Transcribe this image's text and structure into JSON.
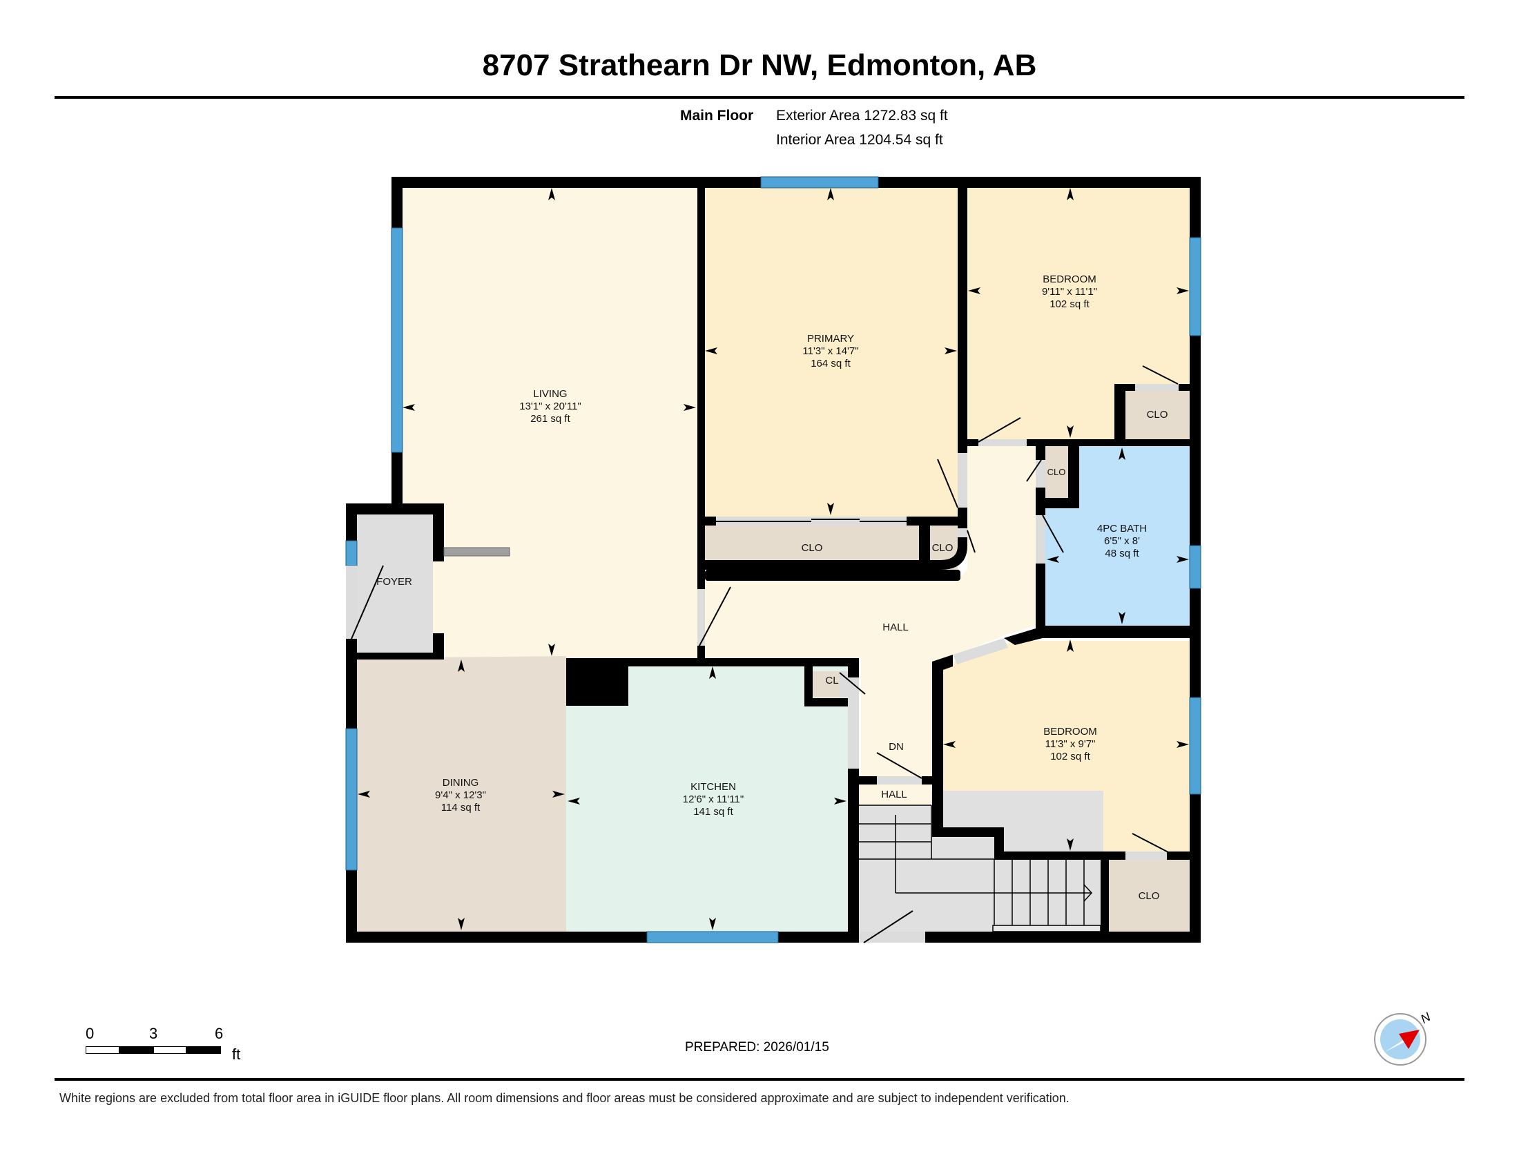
{
  "header": {
    "title": "8707 Strathearn Dr NW, Edmonton, AB",
    "floor_name": "Main Floor",
    "exterior_area": "Exterior Area 1272.83 sq ft",
    "interior_area": "Interior Area 1204.54 sq ft"
  },
  "colors": {
    "wall": "#000000",
    "window": "#4fa3d6",
    "living": "#fdf6e3",
    "bedroom": "#fdefcc",
    "bath": "#bfe2fb",
    "kitchen": "#e3f2ea",
    "dining": "#e7ddd0",
    "closet": "#e6dccd",
    "foyer": "#dedede",
    "stairs": "#e0e0e0"
  },
  "rooms": {
    "living": {
      "name": "LIVING",
      "dims": "13'1\" x 20'11\"",
      "area": "261 sq ft"
    },
    "primary": {
      "name": "PRIMARY",
      "dims": "11'3\" x 14'7\"",
      "area": "164 sq ft"
    },
    "bedroom1": {
      "name": "BEDROOM",
      "dims": "9'11\" x 11'1\"",
      "area": "102 sq ft"
    },
    "bath": {
      "name": "4PC BATH",
      "dims": "6'5\" x 8'",
      "area": "48 sq ft"
    },
    "bedroom2": {
      "name": "BEDROOM",
      "dims": "11'3\" x 9'7\"",
      "area": "102 sq ft"
    },
    "dining": {
      "name": "DINING",
      "dims": "9'4\" x 12'3\"",
      "area": "114 sq ft"
    },
    "kitchen": {
      "name": "KITCHEN",
      "dims": "12'6\" x 11'11\"",
      "area": "141 sq ft"
    },
    "foyer": {
      "name": "FOYER"
    },
    "hall": {
      "name": "HALL"
    },
    "hall_lower": {
      "name": "HALL"
    },
    "stairs_down": {
      "name": "DN"
    },
    "closets": {
      "primary_large": "CLO",
      "primary_small": "CLO",
      "bedroom1": "CLO",
      "hall_small": "CLO",
      "kitchen": "CL",
      "bedroom2": "CLO"
    }
  },
  "footer": {
    "prepared": "PREPARED: 2026/01/15",
    "scale": {
      "labels": [
        "0",
        "3",
        "6"
      ],
      "unit": "ft"
    },
    "compass_label": "N",
    "disclaimer": "White regions are excluded from total floor area in iGUIDE floor plans. All room dimensions and floor areas must be considered approximate and are subject to independent verification."
  }
}
